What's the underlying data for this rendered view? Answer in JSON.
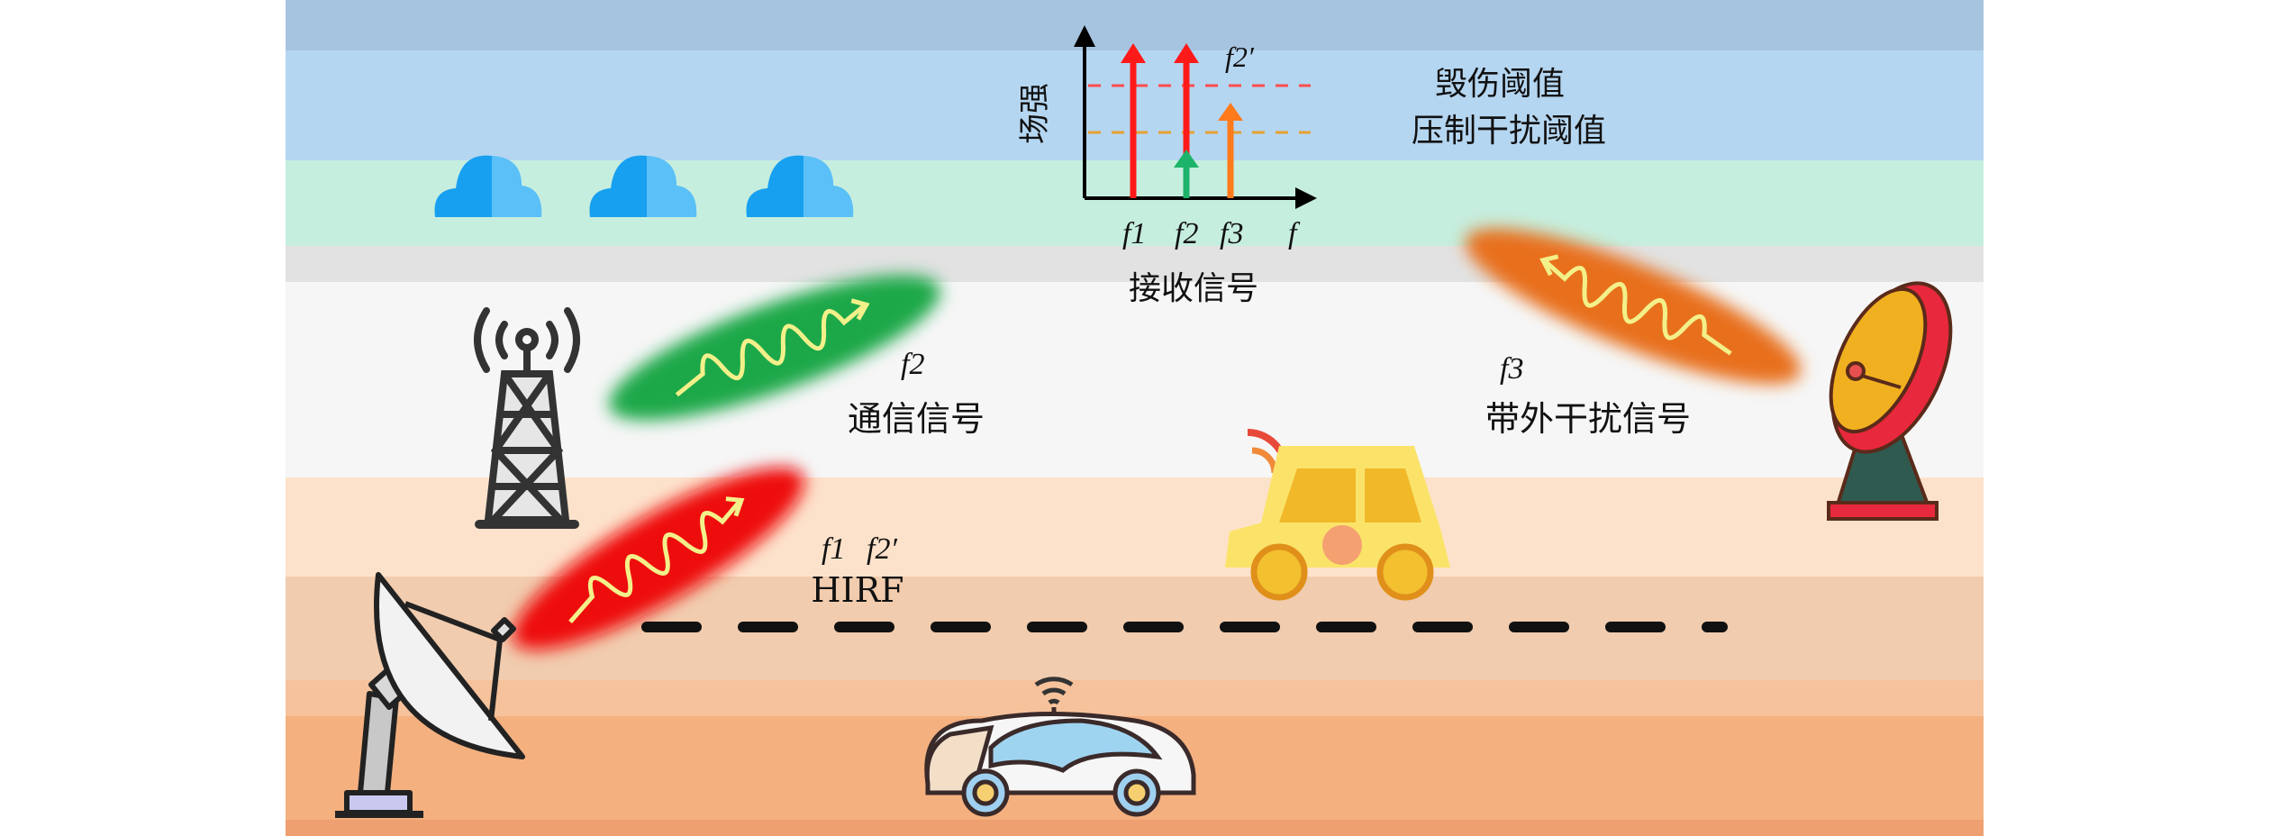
{
  "spectrum": {
    "y_axis_label": "场强",
    "x_axis_label": "f",
    "ticks": [
      "f1",
      "f2",
      "f3"
    ],
    "peak_label": "f2′",
    "caption": "接收信号",
    "threshold_damage": "毁伤阈值",
    "threshold_suppression": "压制干扰阈值",
    "colors": {
      "hirf": "#ff1a1a",
      "comm": "#1db36a",
      "interference": "#ff7a1a",
      "damage_line": "#ff4d4d",
      "suppress_line": "#e8a030"
    }
  },
  "signals": {
    "comm": {
      "freq": "f2",
      "label": "通信信号",
      "color": "#1aa84a"
    },
    "interference": {
      "freq": "f3",
      "label": "带外干扰信号",
      "color": "#e8701a"
    },
    "hirf": {
      "freq1": "f1",
      "freq2": "f2′",
      "label": "HIRF",
      "color": "#ee1111"
    }
  }
}
